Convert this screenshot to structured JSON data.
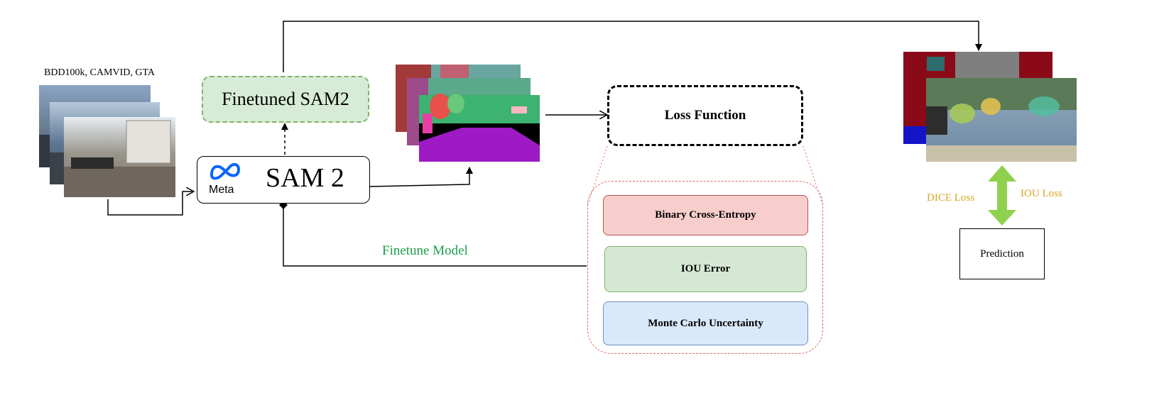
{
  "dataset_label": "BDD100k, CAMVID, GTA",
  "finetuned_label": "Finetuned SAM2",
  "sam2": {
    "brand": "Meta",
    "title": "SAM 2"
  },
  "loss_function_label": "Loss Function",
  "loss_components": [
    {
      "label": "Binary Cross-Entropy",
      "color": "#f8cecc"
    },
    {
      "label": "IOU Error",
      "color": "#d5e8d4"
    },
    {
      "label": "Monte Carlo Uncertainty",
      "color": "#dae8fc"
    }
  ],
  "finetune_model_label": "Finetune Model",
  "dice_loss_label": "DICE Loss",
  "iou_loss_label": "IOU Loss",
  "prediction_label": "Prediction",
  "colors": {
    "finetune_text": "#1aa14a",
    "metric_text": "#d6a520",
    "double_arrow": "#8fd14f",
    "meta_blue": "#0866ff"
  }
}
